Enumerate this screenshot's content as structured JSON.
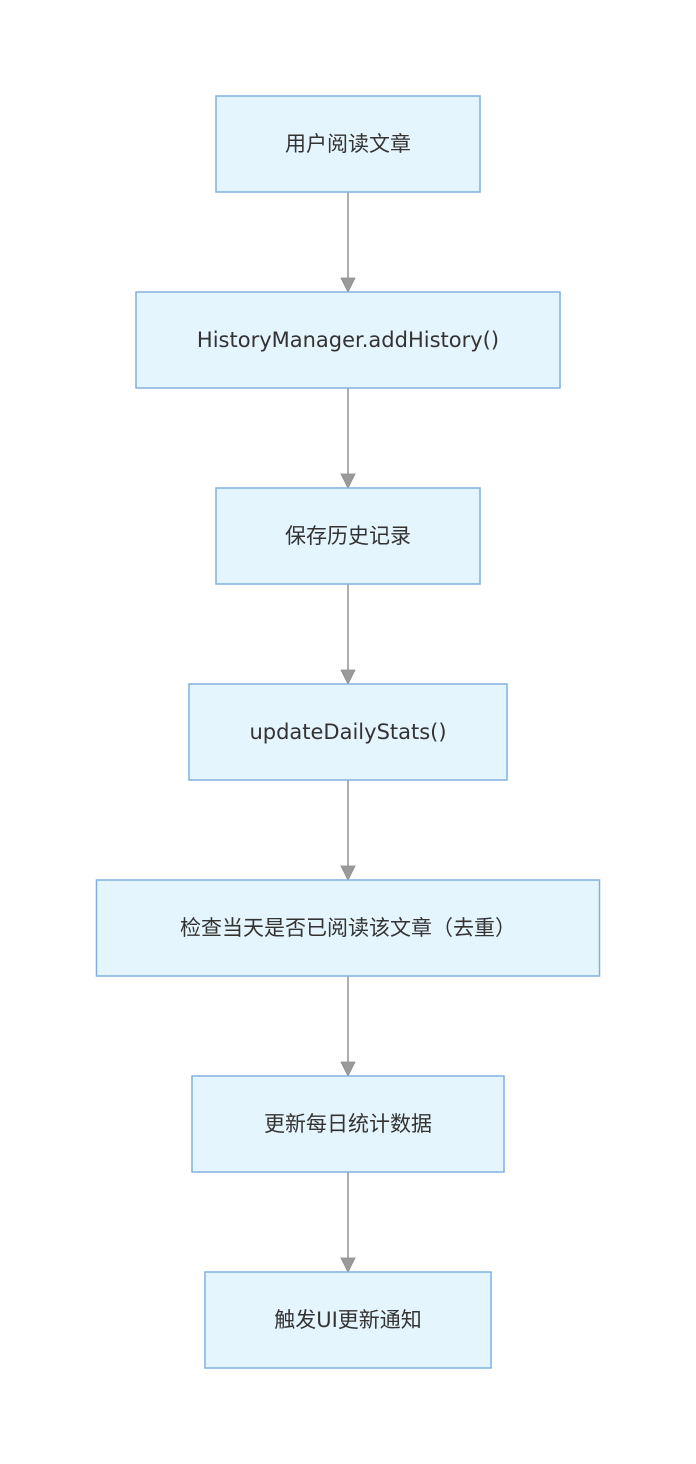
{
  "diagram": {
    "type": "flowchart",
    "direction": "top-to-bottom",
    "colors": {
      "node_fill": "#e5f5fd",
      "node_border": "#7fb1e3",
      "text": "#333333",
      "edge": "#9a9a9a"
    },
    "nodes": [
      {
        "id": "n1",
        "label": "用户阅读文章"
      },
      {
        "id": "n2",
        "label": "HistoryManager.addHistory()"
      },
      {
        "id": "n3",
        "label": "保存历史记录"
      },
      {
        "id": "n4",
        "label": "updateDailyStats()"
      },
      {
        "id": "n5",
        "label": "检查当天是否已阅读该文章（去重）"
      },
      {
        "id": "n6",
        "label": "更新每日统计数据"
      },
      {
        "id": "n7",
        "label": "触发UI更新通知"
      }
    ],
    "edges": [
      {
        "from": "n1",
        "to": "n2"
      },
      {
        "from": "n2",
        "to": "n3"
      },
      {
        "from": "n3",
        "to": "n4"
      },
      {
        "from": "n4",
        "to": "n5"
      },
      {
        "from": "n5",
        "to": "n6"
      },
      {
        "from": "n6",
        "to": "n7"
      }
    ]
  }
}
